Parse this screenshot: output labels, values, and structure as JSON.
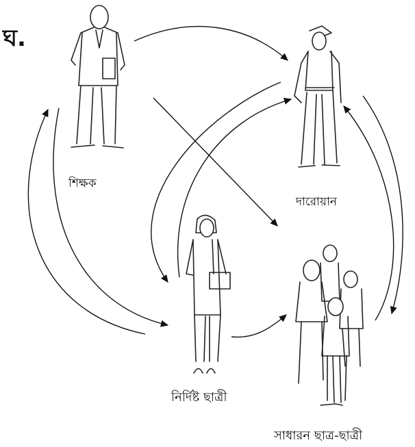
{
  "diagram": {
    "corner_mark": "ঘ.",
    "nodes": [
      {
        "id": "teacher",
        "label": "শিক্ষক"
      },
      {
        "id": "guard",
        "label": "দারোয়ান"
      },
      {
        "id": "target_student",
        "label": "নির্দিষ্ট ছাত্রী"
      },
      {
        "id": "general_students",
        "label": "সাধারন ছাত্র-ছাত্রী"
      }
    ],
    "edges": [
      {
        "from": "teacher",
        "to": "guard"
      },
      {
        "from": "teacher",
        "to": "general_students"
      },
      {
        "from": "teacher",
        "to": "target_student"
      },
      {
        "from": "target_student",
        "to": "teacher"
      },
      {
        "from": "guard",
        "to": "target_student"
      },
      {
        "from": "target_student",
        "to": "guard"
      },
      {
        "from": "target_student",
        "to": "general_students"
      },
      {
        "from": "guard",
        "to": "general_students"
      },
      {
        "from": "general_students",
        "to": "guard"
      }
    ]
  }
}
